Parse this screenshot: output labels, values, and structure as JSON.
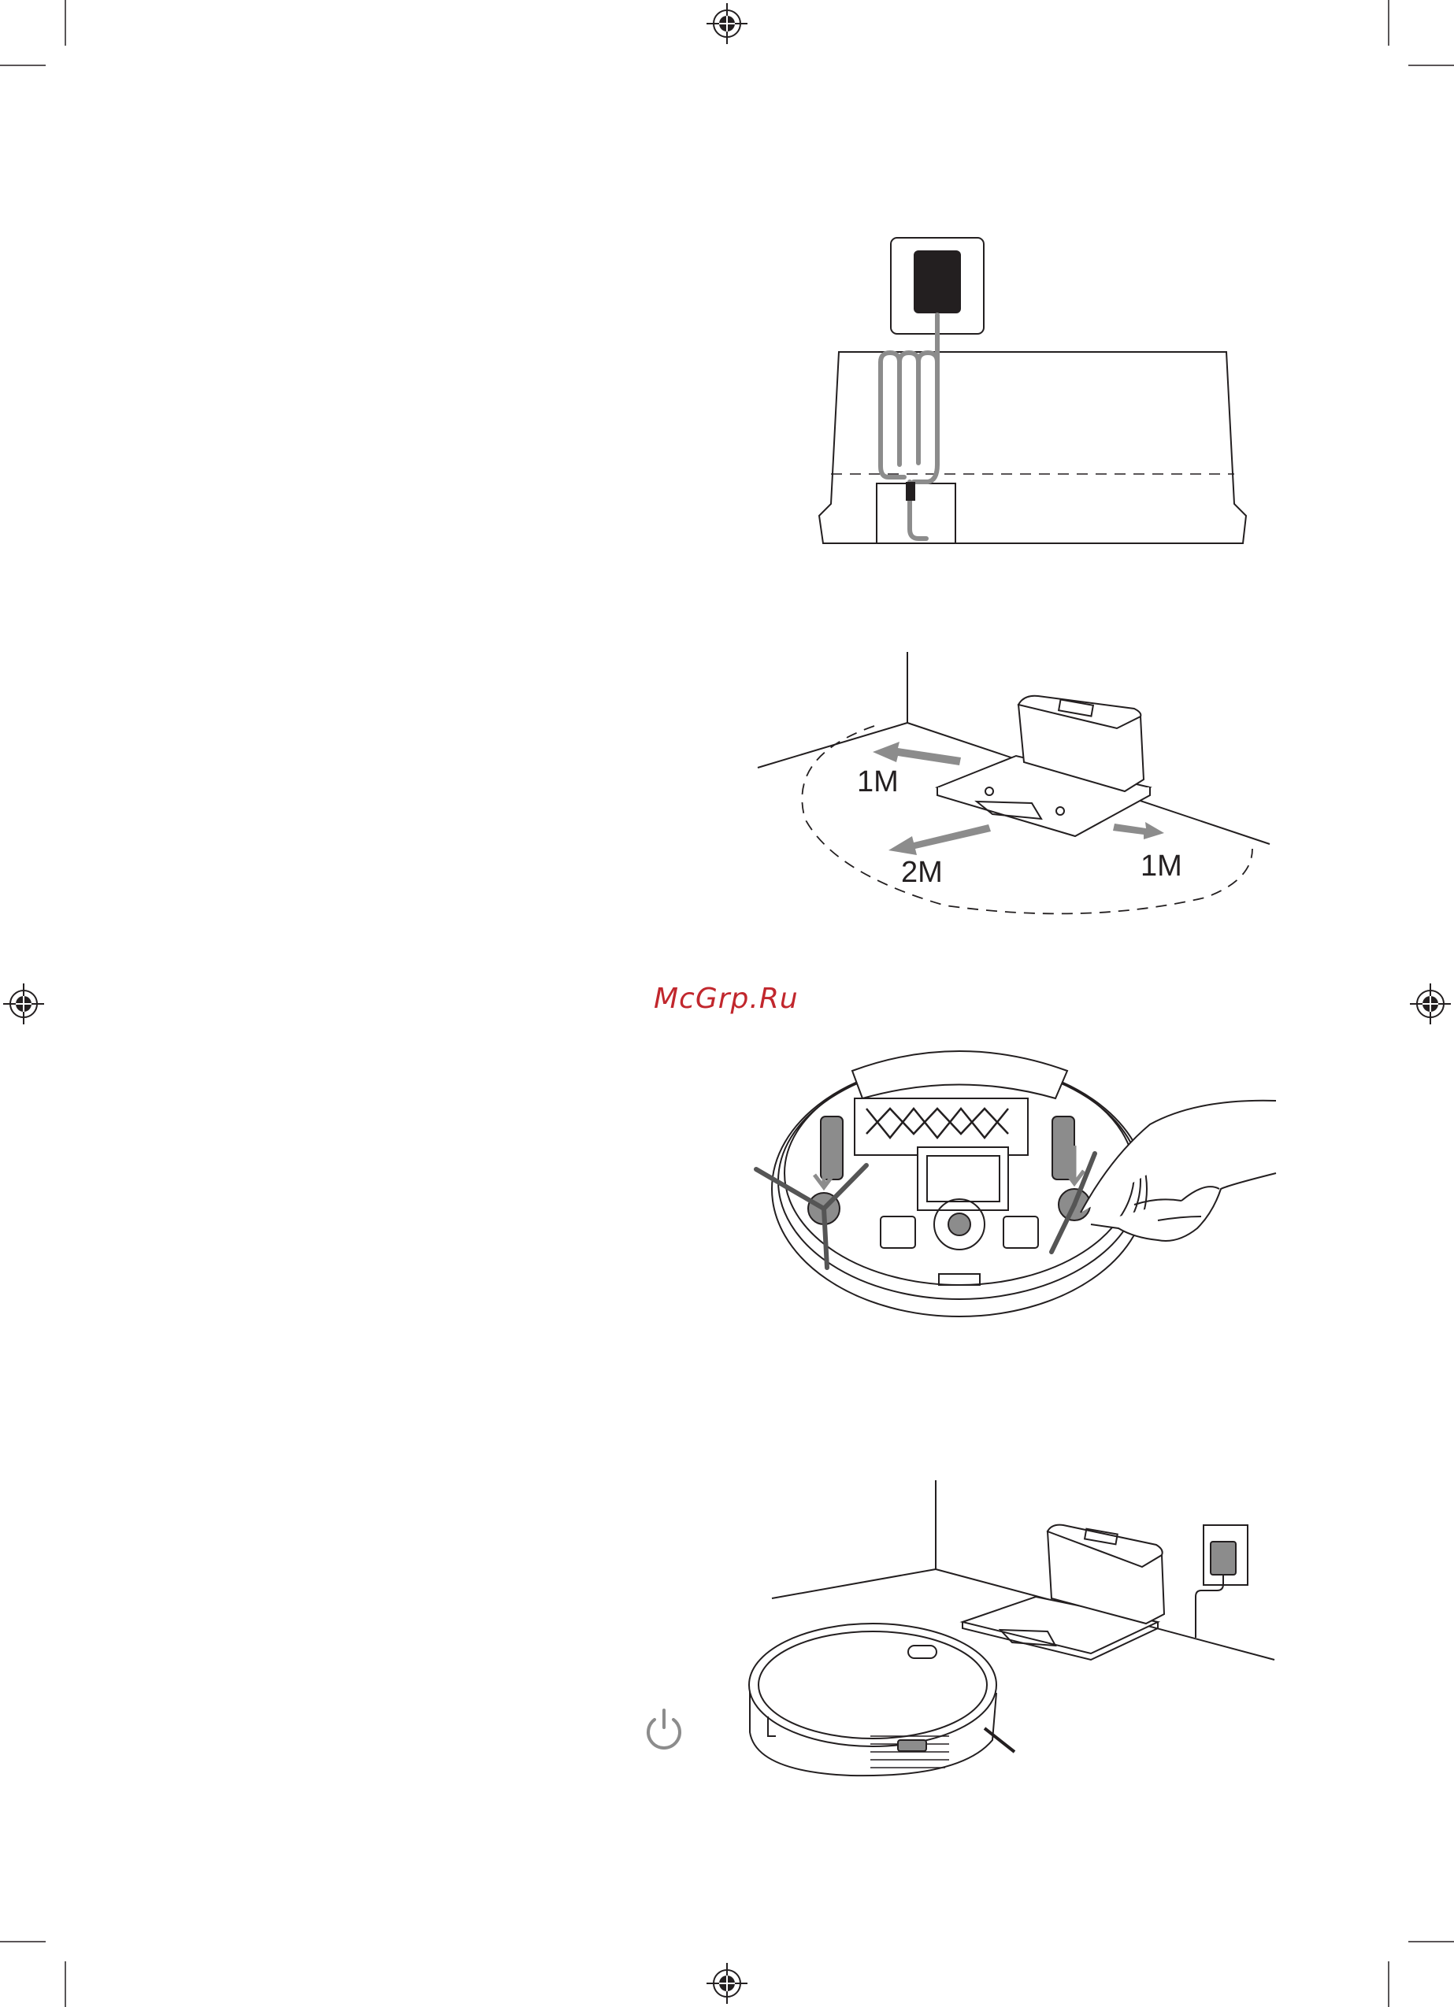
{
  "watermark": "McGrp.Ru",
  "distance_labels": {
    "left": "1M",
    "front": "2M",
    "right": "1M"
  },
  "icons": [
    "registration-mark-icon",
    "power-icon"
  ],
  "colors": {
    "ink": "#231f20",
    "arrow_gray": "#8c8c8c",
    "watermark": "#c1272d"
  }
}
